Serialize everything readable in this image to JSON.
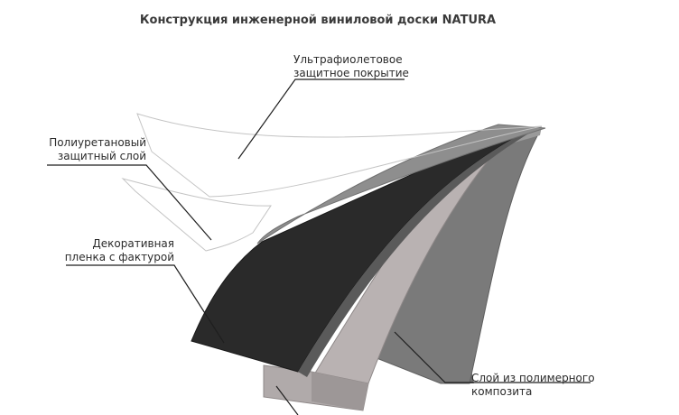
{
  "title": "Конструкция инженерной виниловой доски NATURA",
  "labels": {
    "uv": {
      "line1": "Ультрафиолетовое",
      "line2": "защитное покрытие"
    },
    "pu": {
      "line1": "Полиуретановый",
      "line2": "защитный слой"
    },
    "decor": {
      "line1": "Декоративная",
      "line2": "пленка с фактурой"
    },
    "core": {
      "line1": "Слой из полимерного",
      "line2": "композита"
    }
  },
  "colors": {
    "decor_film": "#2a2a2a",
    "top_surface": "#8e8e8e",
    "middle_layer": "#b7b0b0",
    "core_layer": "#7a7a7a",
    "leader_line": "#1f1f1f",
    "film_outline": "#bdbdbd"
  }
}
